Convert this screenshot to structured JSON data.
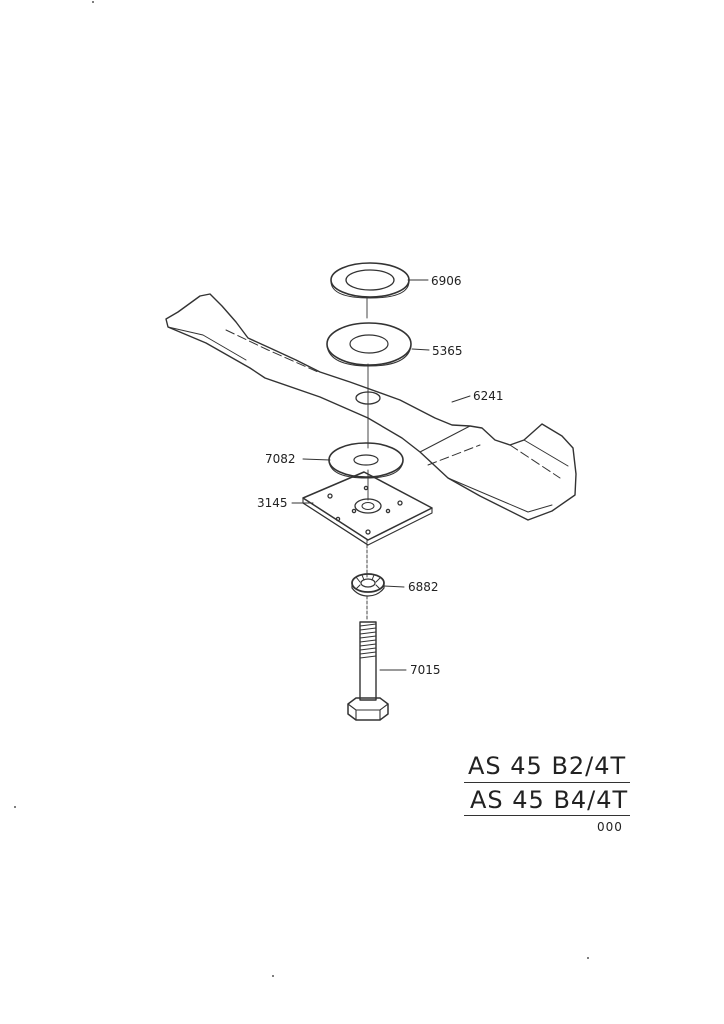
{
  "parts": [
    {
      "id": "6906",
      "label": "6906",
      "component": "top-washer"
    },
    {
      "id": "5365",
      "label": "5365",
      "component": "upper-washer"
    },
    {
      "id": "6241",
      "label": "6241",
      "component": "blade"
    },
    {
      "id": "7082",
      "label": "7082",
      "component": "lower-washer"
    },
    {
      "id": "3145",
      "label": "3145",
      "component": "mounting-plate"
    },
    {
      "id": "6882",
      "label": "6882",
      "component": "lock-washer"
    },
    {
      "id": "7015",
      "label": "7015",
      "component": "bolt"
    }
  ],
  "models": [
    "AS 45  B2/4T",
    "AS 45  B4/4T"
  ],
  "code": "000"
}
